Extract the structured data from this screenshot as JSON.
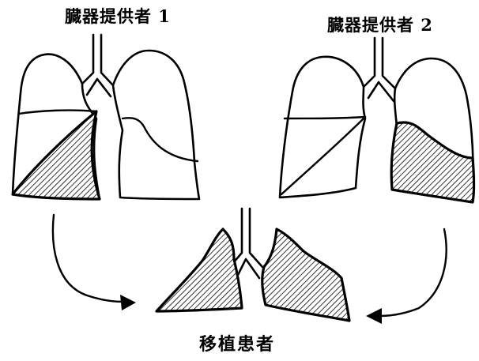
{
  "labels": {
    "donor1": "臓器提供者 1",
    "donor2": "臓器提供者 2",
    "recipient": "移植患者"
  },
  "colors": {
    "line": "#000000",
    "background": "#ffffff",
    "hatch": "#000000"
  }
}
